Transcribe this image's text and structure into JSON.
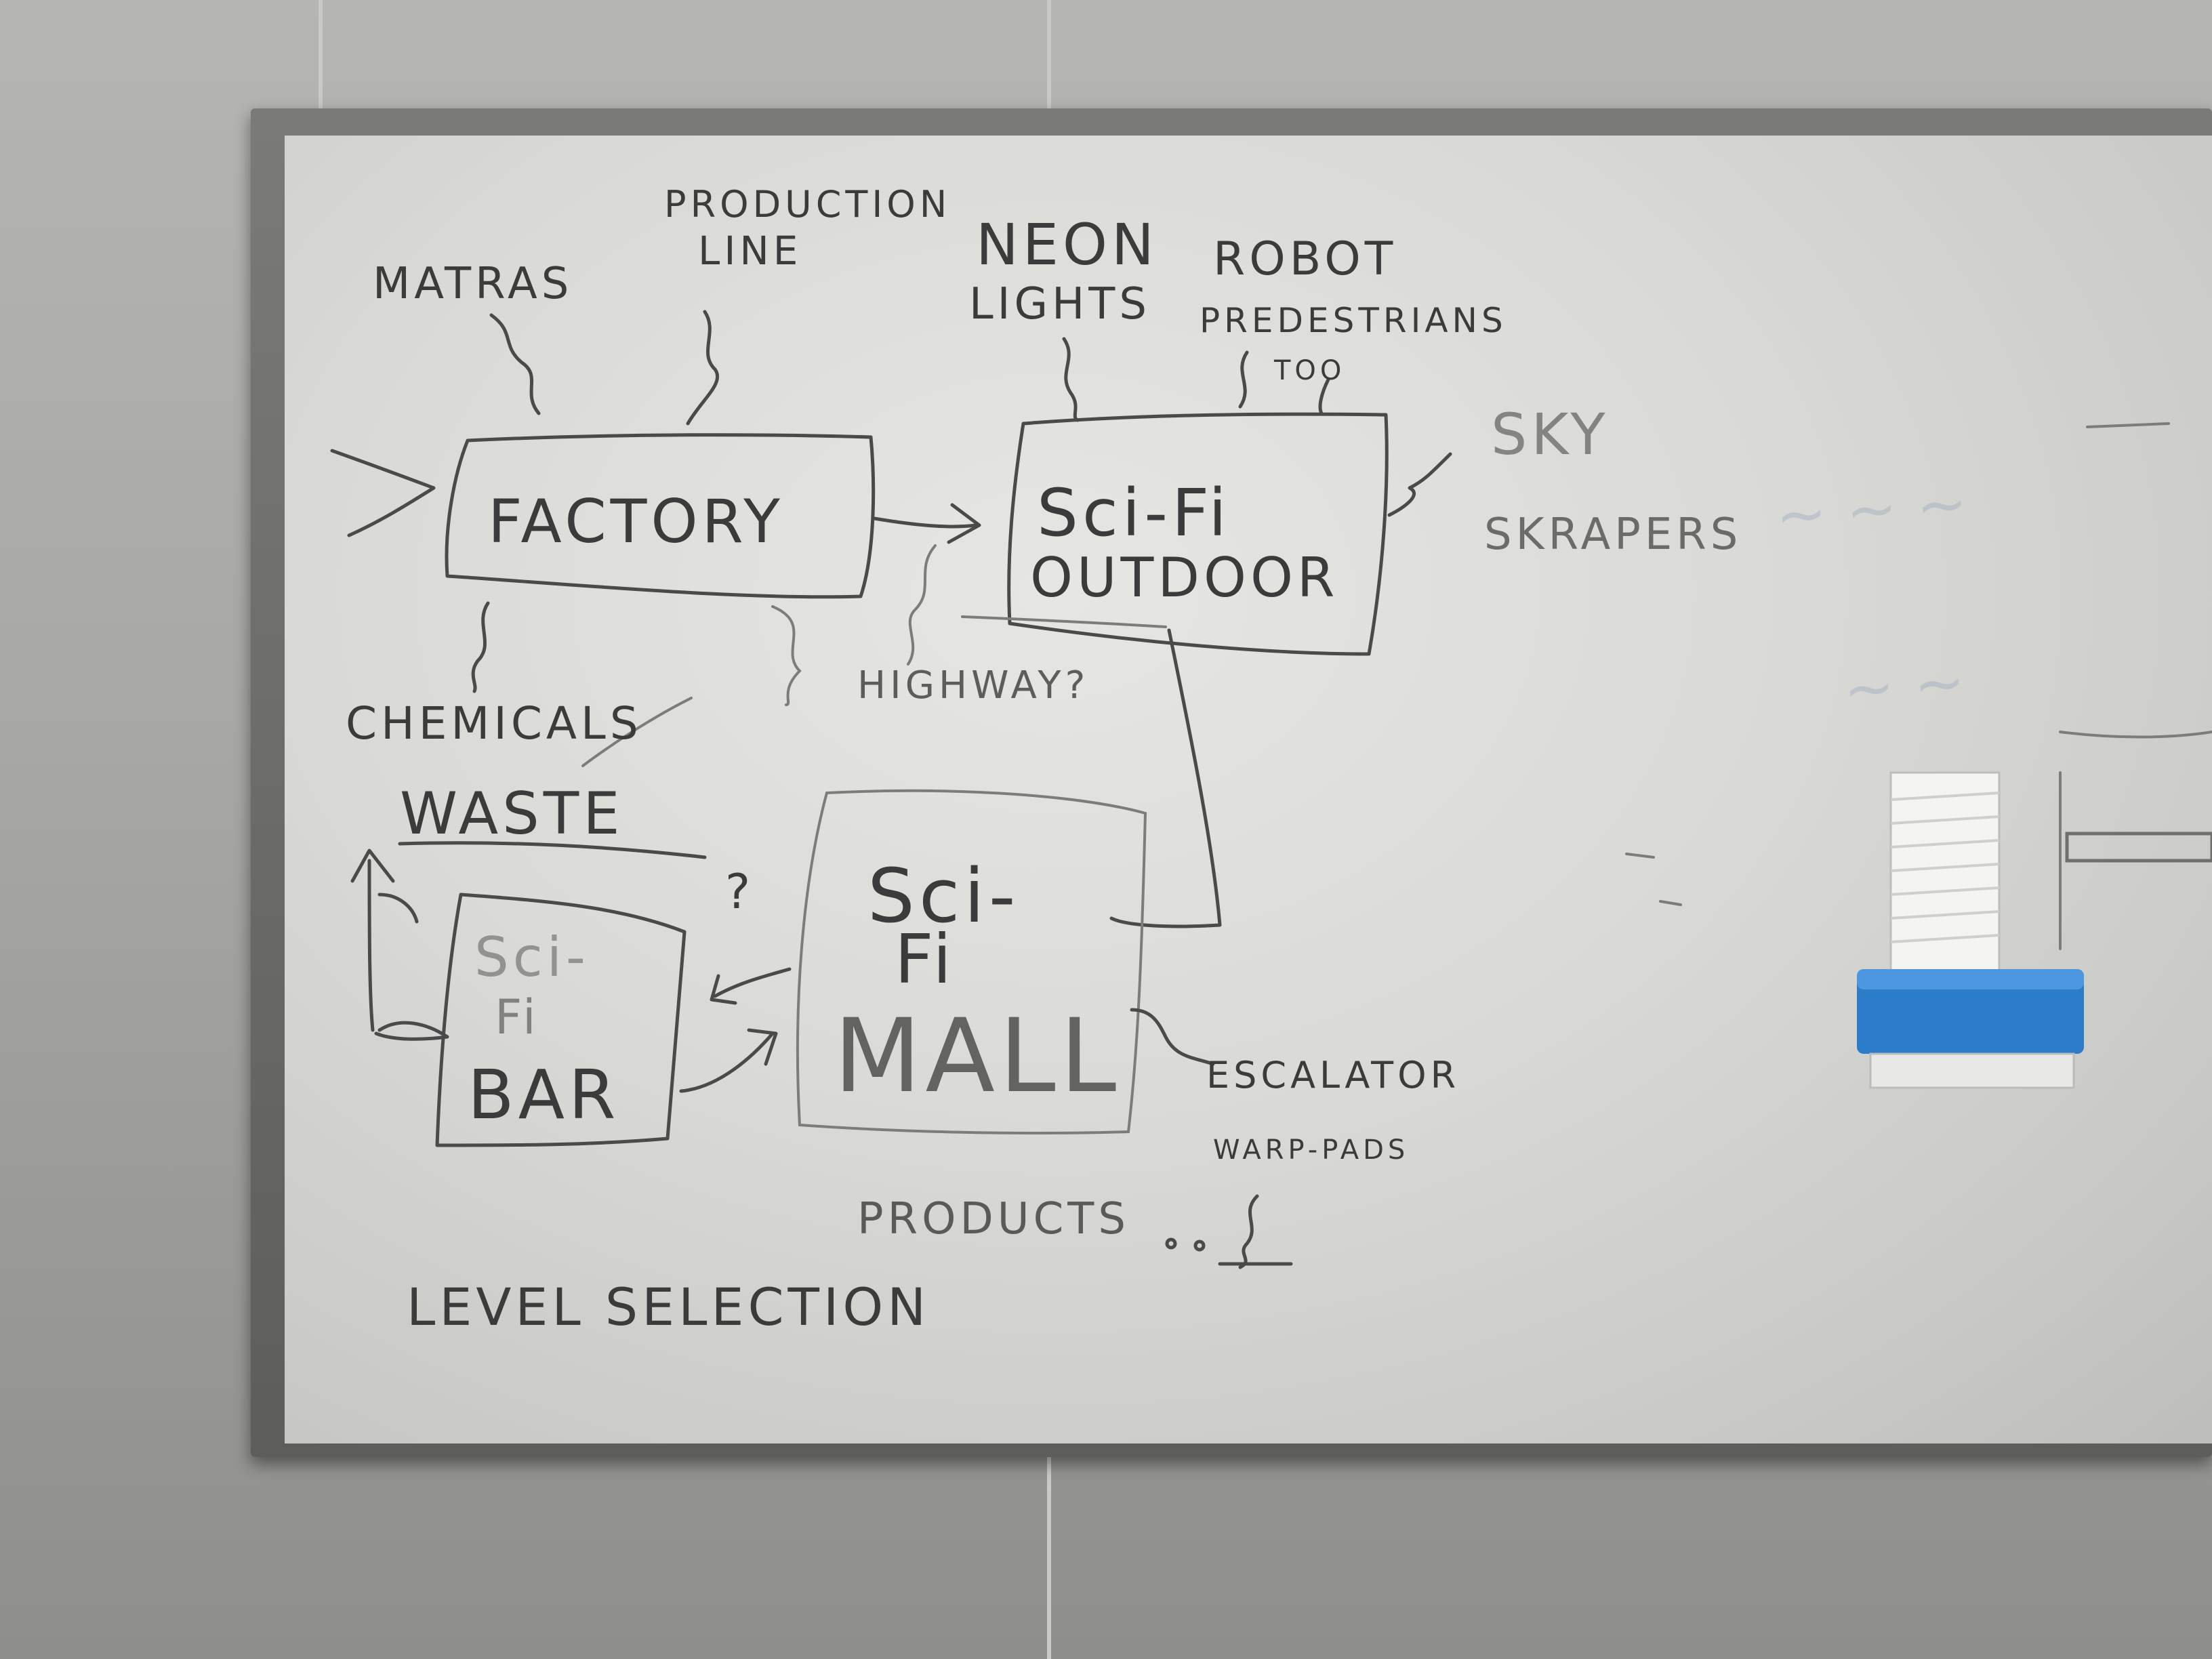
{
  "whiteboard": {
    "boxes": {
      "factory": "FACTORY",
      "sci_fi_outdoor_line1": "Sci-Fi",
      "sci_fi_outdoor_line2": "OUTDOOR",
      "sci_fi_bar_line1": "Sci-",
      "sci_fi_bar_line2": "Fi",
      "sci_fi_bar_line3": "BAR",
      "sci_fi_mall_line1": "Sci-",
      "sci_fi_mall_line2": "Fi",
      "sci_fi_mall_line3": "MALL"
    },
    "notes": {
      "matras": "MATRAS",
      "production_line_1": "PRODUCTION",
      "production_line_2": "LINE",
      "neon_lights_1": "NEON",
      "neon_lights_2": "LIGHTS",
      "robot_pedestrians_1": "ROBOT",
      "robot_pedestrians_2": "PREDESTRIANS",
      "too": "TOO",
      "sky_scrapers_1": "SKY",
      "sky_scrapers_2": "SKRAPERS",
      "chemicals": "CHEMICALS",
      "waste": "WASTE",
      "highway": "HIGHWAY?",
      "escalator": "ESCALATOR",
      "warp_pads": "WARP-PADS",
      "products": "PRODUCTS",
      "level_selection": "LEVEL SELECTION"
    }
  },
  "colors": {
    "marker": "#3b3b3b",
    "eraser": "#2f7fd0",
    "board": "#dcdcd8",
    "frame": "#6b6b69"
  },
  "icons": {
    "eraser": "whiteboard-eraser",
    "marker_tray": "marker-holder"
  }
}
